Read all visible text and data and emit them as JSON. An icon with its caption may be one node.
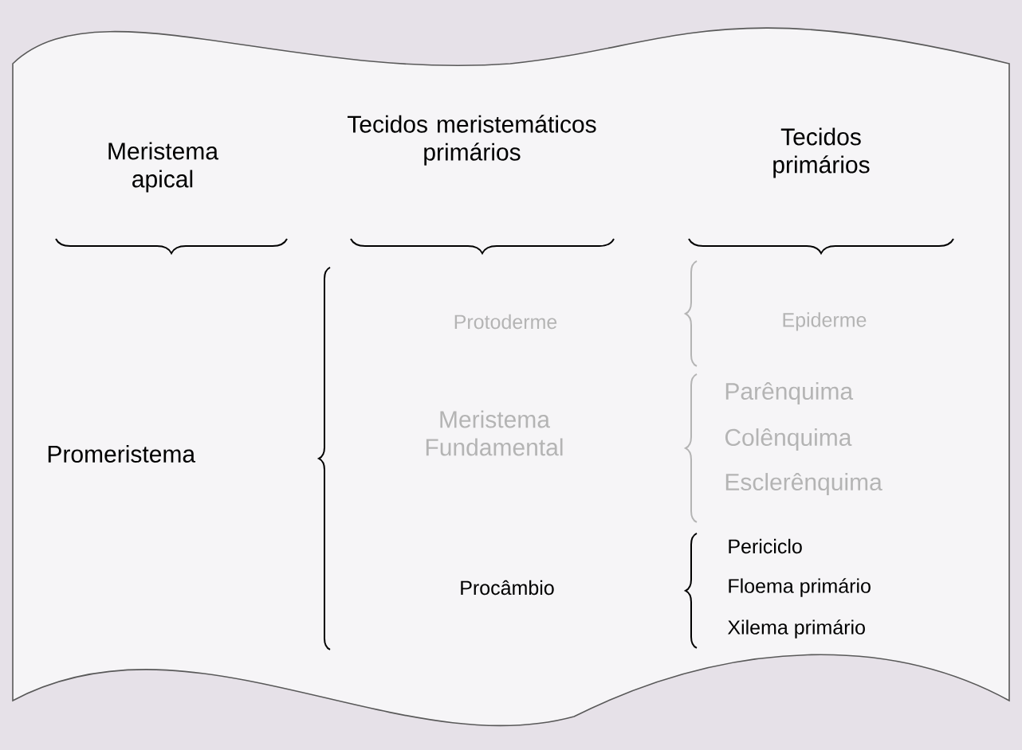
{
  "diagram": {
    "labels": [
      "Meristema apical",
      "Tecidos meristemáticos primários",
      "Tecidos primários",
      "Protoderme",
      "Epiderme",
      "Meristema Fundamental",
      "Parênquima",
      "Colênquima",
      "Esclerênquima",
      "Promeristema",
      "Procâmbio",
      "Periciclo",
      "Floema primário",
      "Xilema primário"
    ]
  }
}
